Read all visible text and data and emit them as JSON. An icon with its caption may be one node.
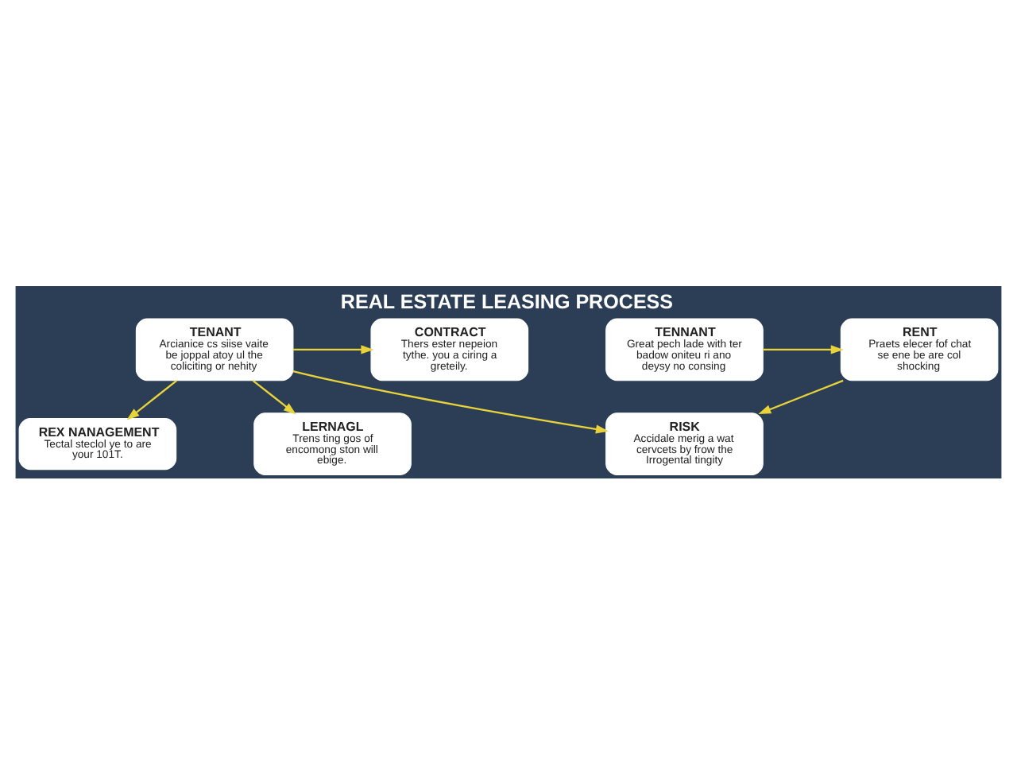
{
  "diagram": {
    "title": "REAL ESTATE LEASING PROCESS",
    "nodes": [
      {
        "text": [
          "CONTRACT",
          "Thers ester nepeion tythe. you a ciring a greteily."
        ]
      },
      {
        "text": [
          "TENANT",
          "Arcianice cs siise vaite be joppal atoy ul the coliciting or nehity"
        ]
      },
      {
        "text": [
          "REX NANAGEMENT",
          "Tectal steclol ye to are your 101T."
        ]
      },
      {
        "text": [
          "TENNANT",
          "Great pech lade with ter badow oniteu ri ano deysy no consing"
        ]
      },
      {
        "text": [
          "RENT",
          "Praets elecer fof chat se ene be are col shocking"
        ]
      },
      {
        "text": [
          "LERNAGL",
          "Trens ting gos of encomong ston will ebige."
        ]
      },
      {
        "text": [
          "RISK",
          "Accidale merig a wat cervcets by frow the Irrogental tingity"
        ]
      }
    ],
    "edges": [
      {
        "from": 1,
        "to": 0,
        "arrow": "to"
      },
      {
        "from": 1,
        "to": 2,
        "arrow": "to"
      },
      {
        "from": 3,
        "to": 4,
        "arrow": "to"
      },
      {
        "from": 4,
        "to": 6,
        "arrow": "to"
      },
      {
        "from": 1,
        "to": 5,
        "arrow": "to"
      },
      {
        "from": 1,
        "to": 6,
        "arrow": "to"
      }
    ]
  }
}
